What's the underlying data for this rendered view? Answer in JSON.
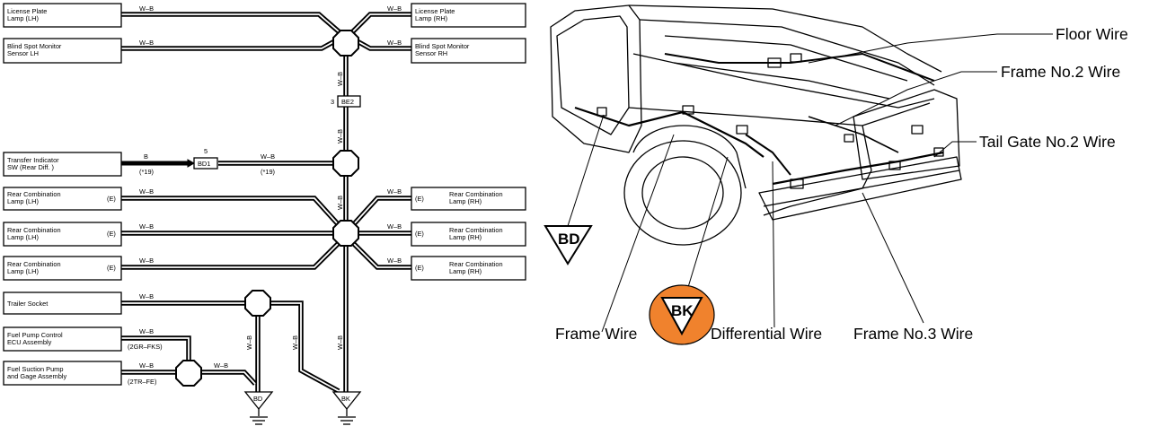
{
  "schematic": {
    "components": {
      "plate_lh": [
        "License Plate",
        "Lamp (LH)"
      ],
      "plate_rh": [
        "License Plate",
        "Lamp (RH)"
      ],
      "bsm_lh": [
        "Blind Spot Monitor",
        "Sensor LH"
      ],
      "bsm_rh": [
        "Blind Spot Monitor",
        "Sensor RH"
      ],
      "transfer": [
        "Transfer Indicator",
        "SW (Rear Diff. )"
      ],
      "rcl_lh_1": [
        "Rear Combination",
        "Lamp (LH)"
      ],
      "rcl_lh_2": [
        "Rear Combination",
        "Lamp (LH)"
      ],
      "rcl_lh_3": [
        "Rear Combination",
        "Lamp (LH)"
      ],
      "rcl_rh_1": [
        "Rear Combination",
        "Lamp (RH)"
      ],
      "rcl_rh_2": [
        "Rear Combination",
        "Lamp (RH)"
      ],
      "rcl_rh_3": [
        "Rear Combination",
        "Lamp (RH)"
      ],
      "trailer": [
        "Trailer Socket"
      ],
      "fuel_ecu": [
        "Fuel Pump Control",
        "ECU Assembly"
      ],
      "fuel_pump": [
        "Fuel Suction Pump",
        "and Gage Assembly"
      ]
    },
    "wire_color": "W–B",
    "black_wire": "B",
    "variant_e": "(E)",
    "tag_19": "(*19)",
    "variant_2gr": "(2GR–FKS)",
    "variant_2tr": "(2TR–FE)",
    "connectors": {
      "be2_label": "BE2",
      "be2_pin": "3",
      "bd1_label": "BD1",
      "bd1_pin": "5"
    },
    "grounds": {
      "bd": "BD",
      "bk": "BK"
    }
  },
  "location": {
    "callouts": {
      "floor_wire": "Floor Wire",
      "frame_no2": "Frame No.2 Wire",
      "tailgate_no2": "Tail Gate No.2 Wire",
      "frame_wire": "Frame Wire",
      "differential_wire": "Differential Wire",
      "frame_no3": "Frame No.3 Wire"
    },
    "ground_bd": "BD",
    "ground_bk": "BK",
    "highlight_color": "#f0822d"
  }
}
